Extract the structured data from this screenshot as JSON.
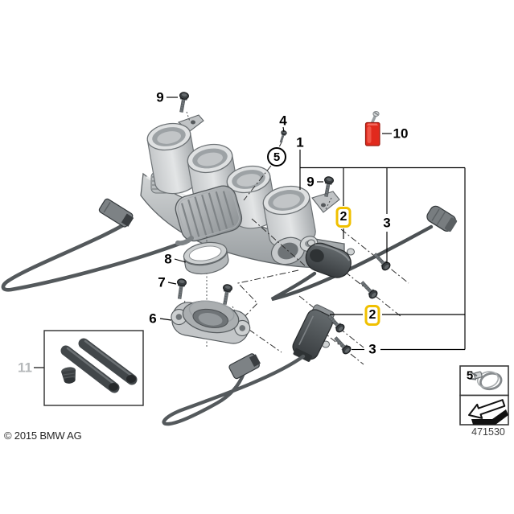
{
  "footer": {
    "copyright": "© 2015 BMW AG",
    "part_number": "471530"
  },
  "colors": {
    "highlight_box": "#F0C000",
    "red_part": "#E12A1D",
    "muted_label": "#B5B8BA"
  },
  "callouts": [
    {
      "id": "9-top",
      "label": "9"
    },
    {
      "id": "4",
      "label": "4"
    },
    {
      "id": "5-circled",
      "label": "5"
    },
    {
      "id": "1",
      "label": "1"
    },
    {
      "id": "9-side",
      "label": "9"
    },
    {
      "id": "2-upper",
      "label": "2",
      "highlighted": true
    },
    {
      "id": "3-upper",
      "label": "3"
    },
    {
      "id": "10",
      "label": "10"
    },
    {
      "id": "8",
      "label": "8"
    },
    {
      "id": "7",
      "label": "7"
    },
    {
      "id": "6",
      "label": "6"
    },
    {
      "id": "2-lower",
      "label": "2",
      "highlighted": true
    },
    {
      "id": "3-lower",
      "label": "3"
    },
    {
      "id": "11",
      "label": "11",
      "muted": true
    },
    {
      "id": "5-legend",
      "label": "5"
    }
  ],
  "legend": {
    "clamp_icon": "hose-clamp-icon",
    "direction_icon": "direction-arrow-icon"
  },
  "illustration": {
    "subject": "throttle-body-assembly",
    "red_part_icon": "micro-encapsulated-screw-icon",
    "kit_box_icon": "repair-kit-hoses"
  }
}
